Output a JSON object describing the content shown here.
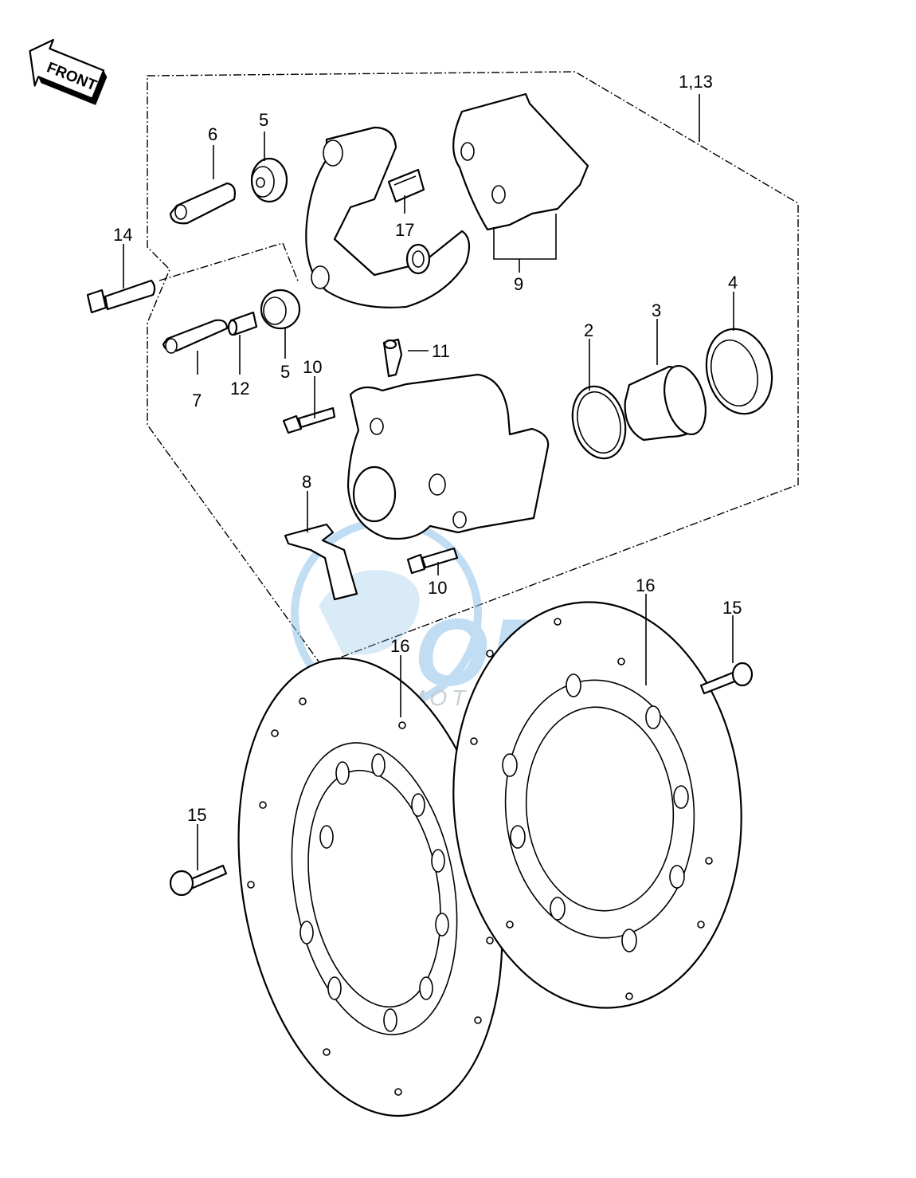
{
  "orientation_badge": {
    "text": "FRONT"
  },
  "callouts": {
    "c1_13": "1,13",
    "c2": "2",
    "c3": "3",
    "c4": "4",
    "c5a": "5",
    "c5b": "5",
    "c6": "6",
    "c7": "7",
    "c8": "8",
    "c9": "9",
    "c10a": "10",
    "c10b": "10",
    "c11": "11",
    "c12": "12",
    "c14": "14",
    "c15a": "15",
    "c15b": "15",
    "c16a": "16",
    "c16b": "16",
    "c17": "17"
  },
  "watermark": {
    "brand": "OEM",
    "subtitle": "MOTORPARTS",
    "color": "#8fc3ea"
  }
}
